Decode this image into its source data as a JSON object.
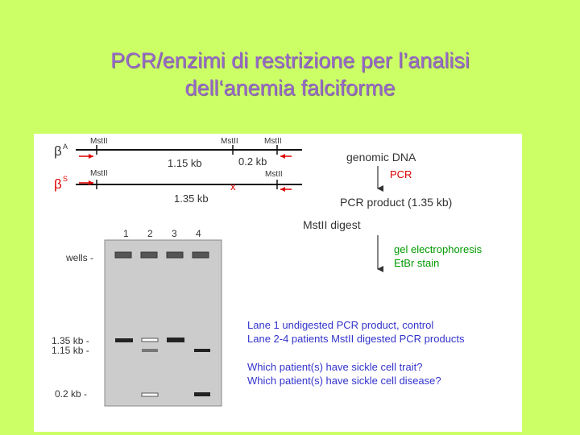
{
  "slide": {
    "title_line1": "PCR/enzimi di restrizione per l’analisi",
    "title_line2": "dell‘anemia falciforme"
  },
  "colors": {
    "background": "#ccff66",
    "title": "#9966cc",
    "figure_bg": "#ffffff",
    "gel": "#cccccc",
    "red": "#dd0000",
    "blue": "#3333cc",
    "green": "#009900",
    "text": "#333333"
  },
  "figure": {
    "map": {
      "allele_a_symbol": "β",
      "allele_a_sup": "A",
      "allele_s_symbol": "β",
      "allele_s_sup": "S",
      "site_labels": [
        "MstII",
        "MstII",
        "MstII",
        "MstII",
        "MstII"
      ],
      "fragment_115": "1.15 kb",
      "fragment_02": "0.2 kb",
      "fragment_135": "1.35 kb",
      "mutation_mark": "x"
    },
    "flow": {
      "genomic": "genomic DNA",
      "pcr": "PCR",
      "product": "PCR product (1.35 kb)",
      "digest": "MstII digest",
      "gel": "gel electrophoresis",
      "stain": "EtBr stain"
    },
    "gel": {
      "lanes": [
        "1",
        "2",
        "3",
        "4"
      ],
      "wells": "wells -",
      "marker_135": "1.35 kb -",
      "marker_115": "1.15 kb -",
      "marker_02": "0.2 kb -"
    },
    "notes": {
      "line1": "Lane 1 undigested PCR product, control",
      "line2": "Lane 2-4 patients MstII digested PCR products",
      "question1": "Which patient(s) have sickle cell trait?",
      "question2": "Which patient(s) have sickle cell disease?"
    }
  }
}
